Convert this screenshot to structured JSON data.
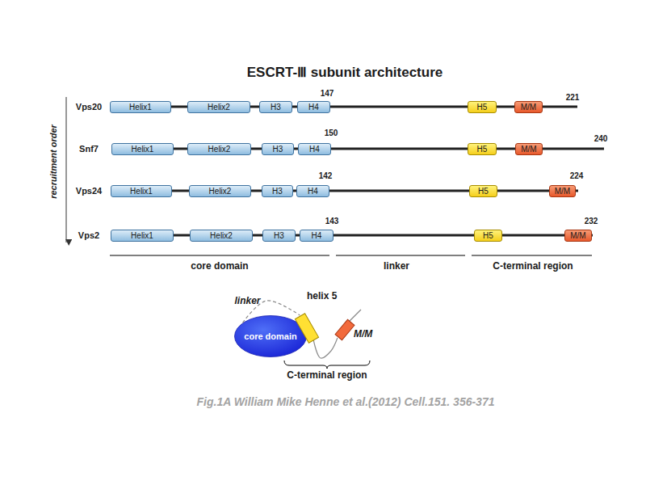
{
  "diagram": {
    "title": "ESCRT-Ⅲ subunit architecture",
    "caption": "Fig.1A William Mike Henne et al.(2012) Cell.151. 356-371",
    "nodes": [
      {
        "text": [
          "Helix1"
        ]
      },
      {
        "text": [
          "Helix2"
        ]
      },
      {
        "text": [
          "H3"
        ]
      },
      {
        "text": [
          "H4"
        ]
      },
      {
        "text": [
          "H5"
        ]
      },
      {
        "text": [
          "M/M"
        ]
      },
      {
        "text": [
          "Helix1"
        ]
      },
      {
        "text": [
          "Helix2"
        ]
      },
      {
        "text": [
          "H3"
        ]
      },
      {
        "text": [
          "H4"
        ]
      },
      {
        "text": [
          "H5"
        ]
      },
      {
        "text": [
          "M/M"
        ]
      },
      {
        "text": [
          "Helix1"
        ]
      },
      {
        "text": [
          "Helix2"
        ]
      },
      {
        "text": [
          "H3"
        ]
      },
      {
        "text": [
          "H4"
        ]
      },
      {
        "text": [
          "H5"
        ]
      },
      {
        "text": [
          "M/M"
        ]
      },
      {
        "text": [
          "Helix1"
        ]
      },
      {
        "text": [
          "Helix2"
        ]
      },
      {
        "text": [
          "H3"
        ]
      },
      {
        "text": [
          "H4"
        ]
      },
      {
        "text": [
          "H5"
        ]
      },
      {
        "text": [
          "M/M"
        ]
      },
      {
        "text": [
          "core domain"
        ]
      },
      {
        "text": [
          "helix 5"
        ]
      },
      {
        "text": [
          "M/M"
        ]
      }
    ],
    "edges": [
      {
        "from": 24,
        "to": 25,
        "arrow": "none",
        "label": "linker"
      },
      {
        "from": 25,
        "to": 26,
        "arrow": "none"
      }
    ],
    "labels": [
      "Vps20",
      "147",
      "221",
      "Snf7",
      "150",
      "240",
      "Vps24",
      "142",
      "224",
      "Vps2",
      "143",
      "232",
      "recruitment order",
      "core domain",
      "linker",
      "C-terminal region",
      "C-terminal region"
    ]
  }
}
